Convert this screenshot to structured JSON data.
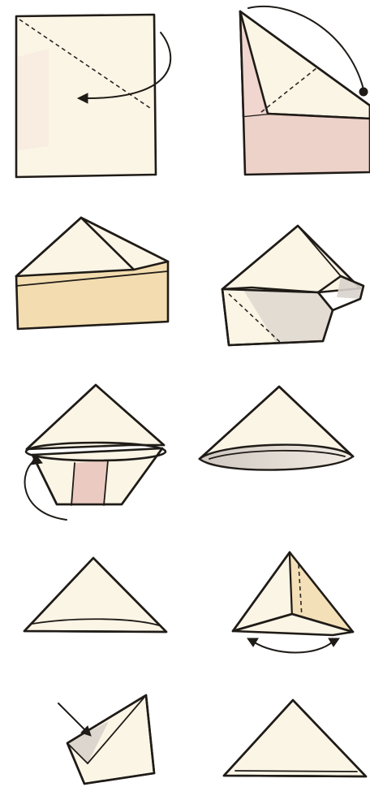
{
  "diagram": {
    "steps": [
      {
        "id": 1,
        "label": "",
        "description": ""
      },
      {
        "id": 2,
        "label": "",
        "description": ""
      },
      {
        "id": 3,
        "label": "",
        "description": ""
      },
      {
        "id": 4,
        "label": "",
        "description": ""
      },
      {
        "id": 5,
        "label": "",
        "description": ""
      },
      {
        "id": 6,
        "label": "",
        "description": ""
      },
      {
        "id": 7,
        "label": "",
        "description": ""
      },
      {
        "id": 8,
        "label": "",
        "description": ""
      },
      {
        "id": 9,
        "label": "",
        "description": ""
      },
      {
        "id": 10,
        "label": "",
        "description": ""
      }
    ],
    "final_note": {
      "line1": "",
      "line2": ""
    },
    "colors": {
      "paper": "#fbf5e6",
      "outline": "#1f1b17",
      "tan": "#f3ddb0",
      "pink": "#e9c7bd",
      "grey": "#d9d3cc"
    }
  }
}
